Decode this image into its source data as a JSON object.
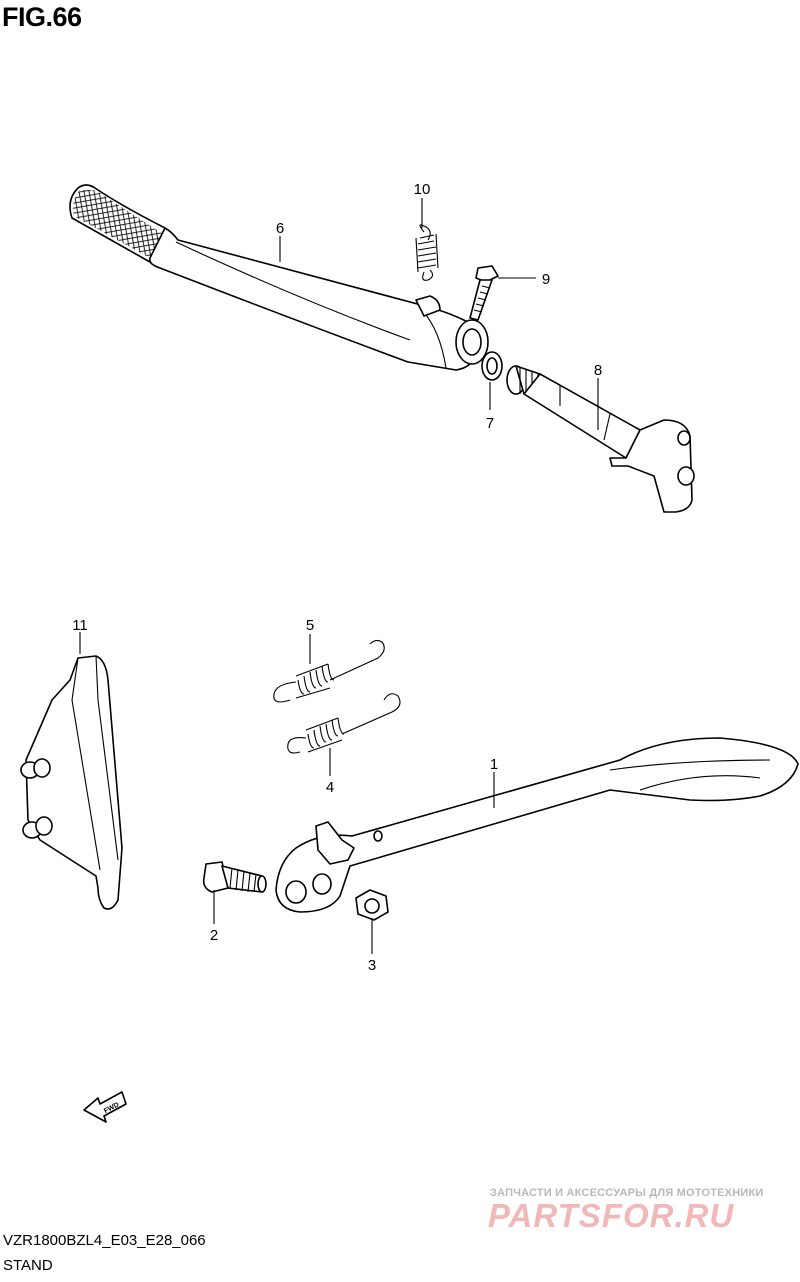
{
  "figure": {
    "title": "FIG.66",
    "model_code": "VZR1800BZL4_E03_E28_066",
    "section": "STAND"
  },
  "callouts": {
    "p1": "1",
    "p2": "2",
    "p3": "3",
    "p4": "4",
    "p5": "5",
    "p6": "6",
    "p7": "7",
    "p8": "8",
    "p9": "9",
    "p10": "10",
    "p11": "11"
  },
  "fwd_arrow_label": "FWD",
  "watermark": {
    "subtitle": "ЗАПЧАСТИ И АКСЕССУАРЫ ДЛЯ МОТОТЕХНИКИ",
    "brand": "PARTSFOR.RU"
  }
}
